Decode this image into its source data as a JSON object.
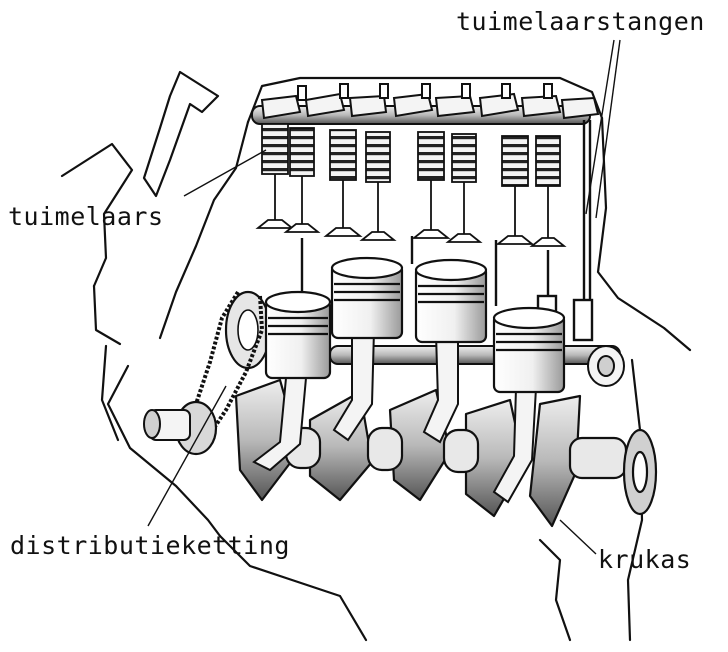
{
  "labels": {
    "rockers": "tuimelaars",
    "pushrods": "tuimelaarstangen",
    "timing_chain": "distributieketting",
    "crankshaft": "krukas"
  },
  "colors": {
    "ink": "#111111",
    "paper": "#ffffff",
    "metal_light": "#f4f4f4",
    "metal_shade": "#cfcfcf",
    "metal_dark": "#555555"
  }
}
